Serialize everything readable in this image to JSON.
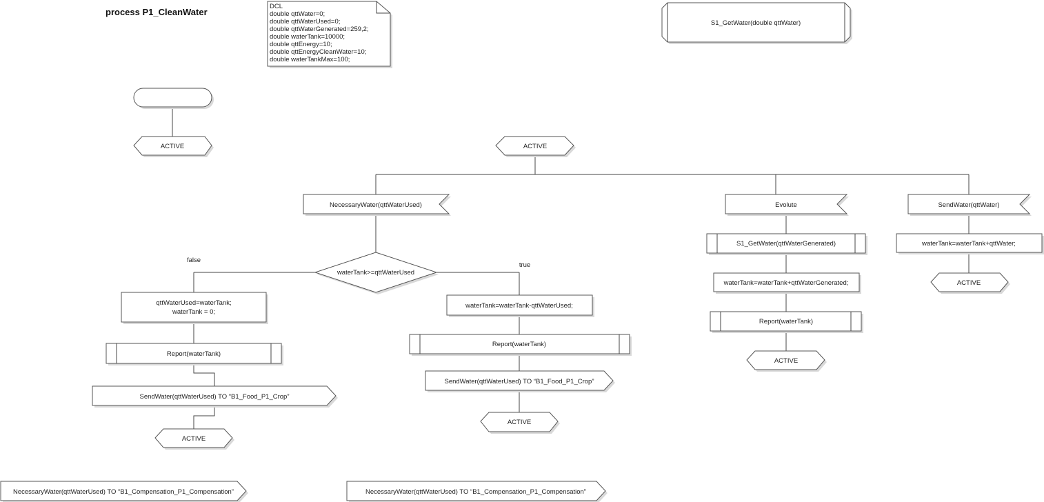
{
  "title": "process P1_CleanWater",
  "dcl": [
    "DCL",
    "double qttWater=0;",
    "double qttWaterUsed=0;",
    "double qttWaterGenerated=259,2;",
    "double waterTank=10000;",
    "double qttEnergy=10;",
    "double qttEnergyCleanWater=10;",
    "double waterTankMax=100;"
  ],
  "procedure": "S1_GetWater(double qttWater)",
  "start_state": "",
  "states": {
    "active": "ACTIVE"
  },
  "signals": {
    "necessary": "NecessaryWater(qttWaterUsed)",
    "evolute": "Evolute",
    "send_water": "SendWater(qttWater)"
  },
  "decision": "waterTank>=qttWaterUsed",
  "branches": {
    "false": "false",
    "true": "true"
  },
  "tasks": {
    "false_task_1": "qttWaterUsed=waterTank;",
    "false_task_2": "waterTank = 0;",
    "true_task": "waterTank=waterTank-qttWaterUsed;",
    "evolute_task": "waterTank=waterTank+qttWaterGenerated;",
    "send_task": "waterTank=waterTank+qttWater;"
  },
  "calls": {
    "report": "Report(waterTank)",
    "get_water": "S1_GetWater(qttWaterGenerated)"
  },
  "outputs": {
    "send_crop": "SendWater(qttWaterUsed) TO “B1_Food_P1_Crop”",
    "comp_left": "NecessaryWater(qttWaterUsed) TO “B1_Compensation_P1_Compensation”",
    "comp_mid": "NecessaryWater(qttWaterUsed) TO “B1_Compensation_P1_Compensation”"
  }
}
